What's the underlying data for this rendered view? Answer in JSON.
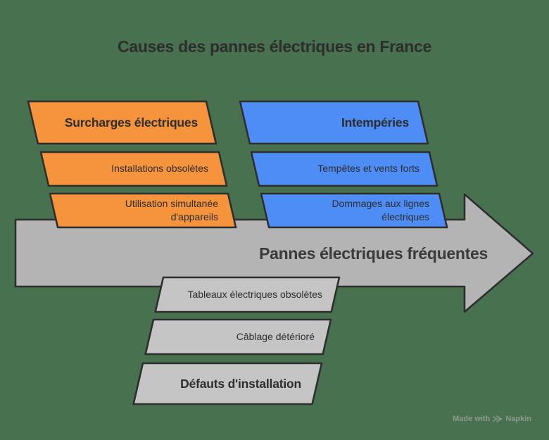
{
  "title": "Causes des pannes électriques en France",
  "arrow": {
    "label": "Pannes électriques fréquentes"
  },
  "groups": [
    {
      "header": "Surcharges électriques",
      "items": [
        "Installations obsolètes",
        "Utilisation simultanée d'appareils"
      ]
    },
    {
      "header": "Intempéries",
      "items": [
        "Tempêtes et vents forts",
        "Dommages aux lignes électriques"
      ]
    },
    {
      "header": "Défauts d'installation",
      "items": [
        "Tableaux électriques obsolètes",
        "Câblage détérioré"
      ]
    }
  ],
  "watermark": {
    "prefix": "Made with",
    "brand": "Napkin"
  },
  "colors": {
    "background": "#48714F",
    "orange": "#F5943C",
    "blue": "#4E8DF5",
    "gray_box": "#C5C5C5",
    "arrow": "#B4B4B4",
    "border": "#2E2E2E",
    "text": "#2D2D2D",
    "watermark": "#90998F"
  }
}
